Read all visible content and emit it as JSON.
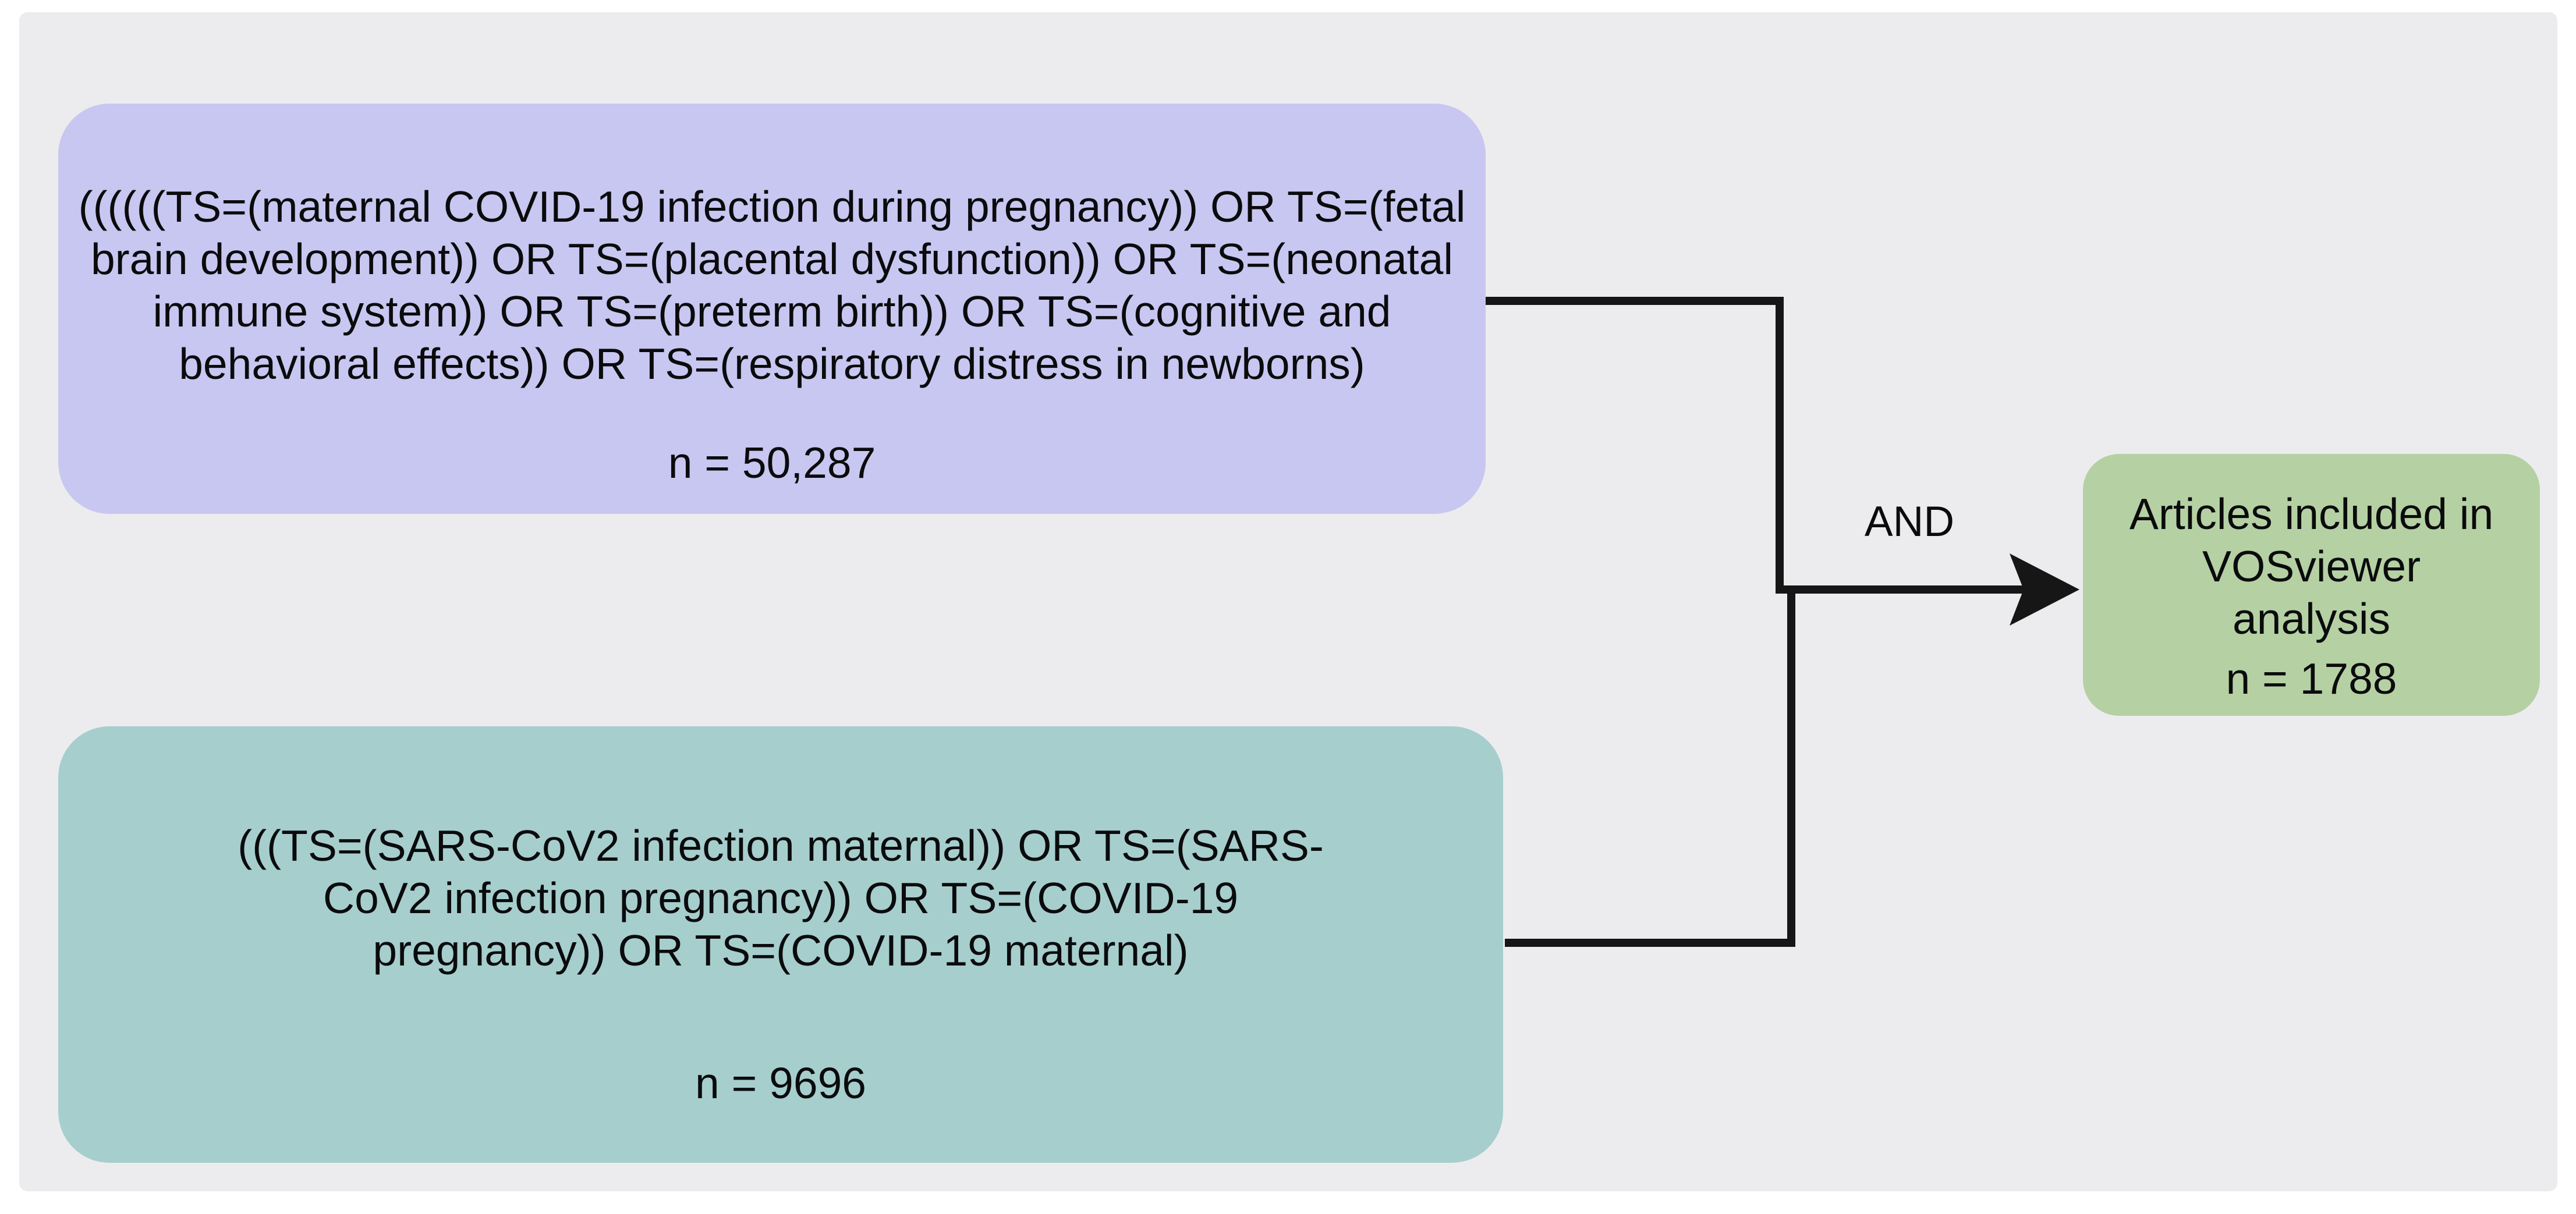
{
  "figure": {
    "background_color": "#ffffff",
    "panel_color": "#ececee",
    "text_color": "#0b0b0d",
    "connector": {
      "color": "#161616",
      "and_label": "AND"
    },
    "query_box_1": {
      "color": "#c8c7f1",
      "lines": [
        "((((((TS=(maternal COVID-19 infection during pregnancy)) OR TS=(fetal",
        "brain development)) OR TS=(placental dysfunction)) OR TS=(neonatal",
        "immune system)) OR TS=(preterm birth)) OR TS=(cognitive and",
        "behavioral effects)) OR TS=(respiratory distress in newborns)"
      ],
      "count": "n = 50,287"
    },
    "query_box_2": {
      "color": "#a6cecd",
      "lines": [
        "(((TS=(SARS-CoV2 infection maternal)) OR TS=(SARS-",
        "CoV2 infection pregnancy)) OR TS=(COVID-19",
        "pregnancy)) OR TS=(COVID-19 maternal)"
      ],
      "count": "n = 9696"
    },
    "result_box": {
      "color": "#b5d1a3",
      "lines": [
        "Articles included in",
        "VOSviewer",
        "analysis"
      ],
      "count": "n = 1788"
    }
  }
}
